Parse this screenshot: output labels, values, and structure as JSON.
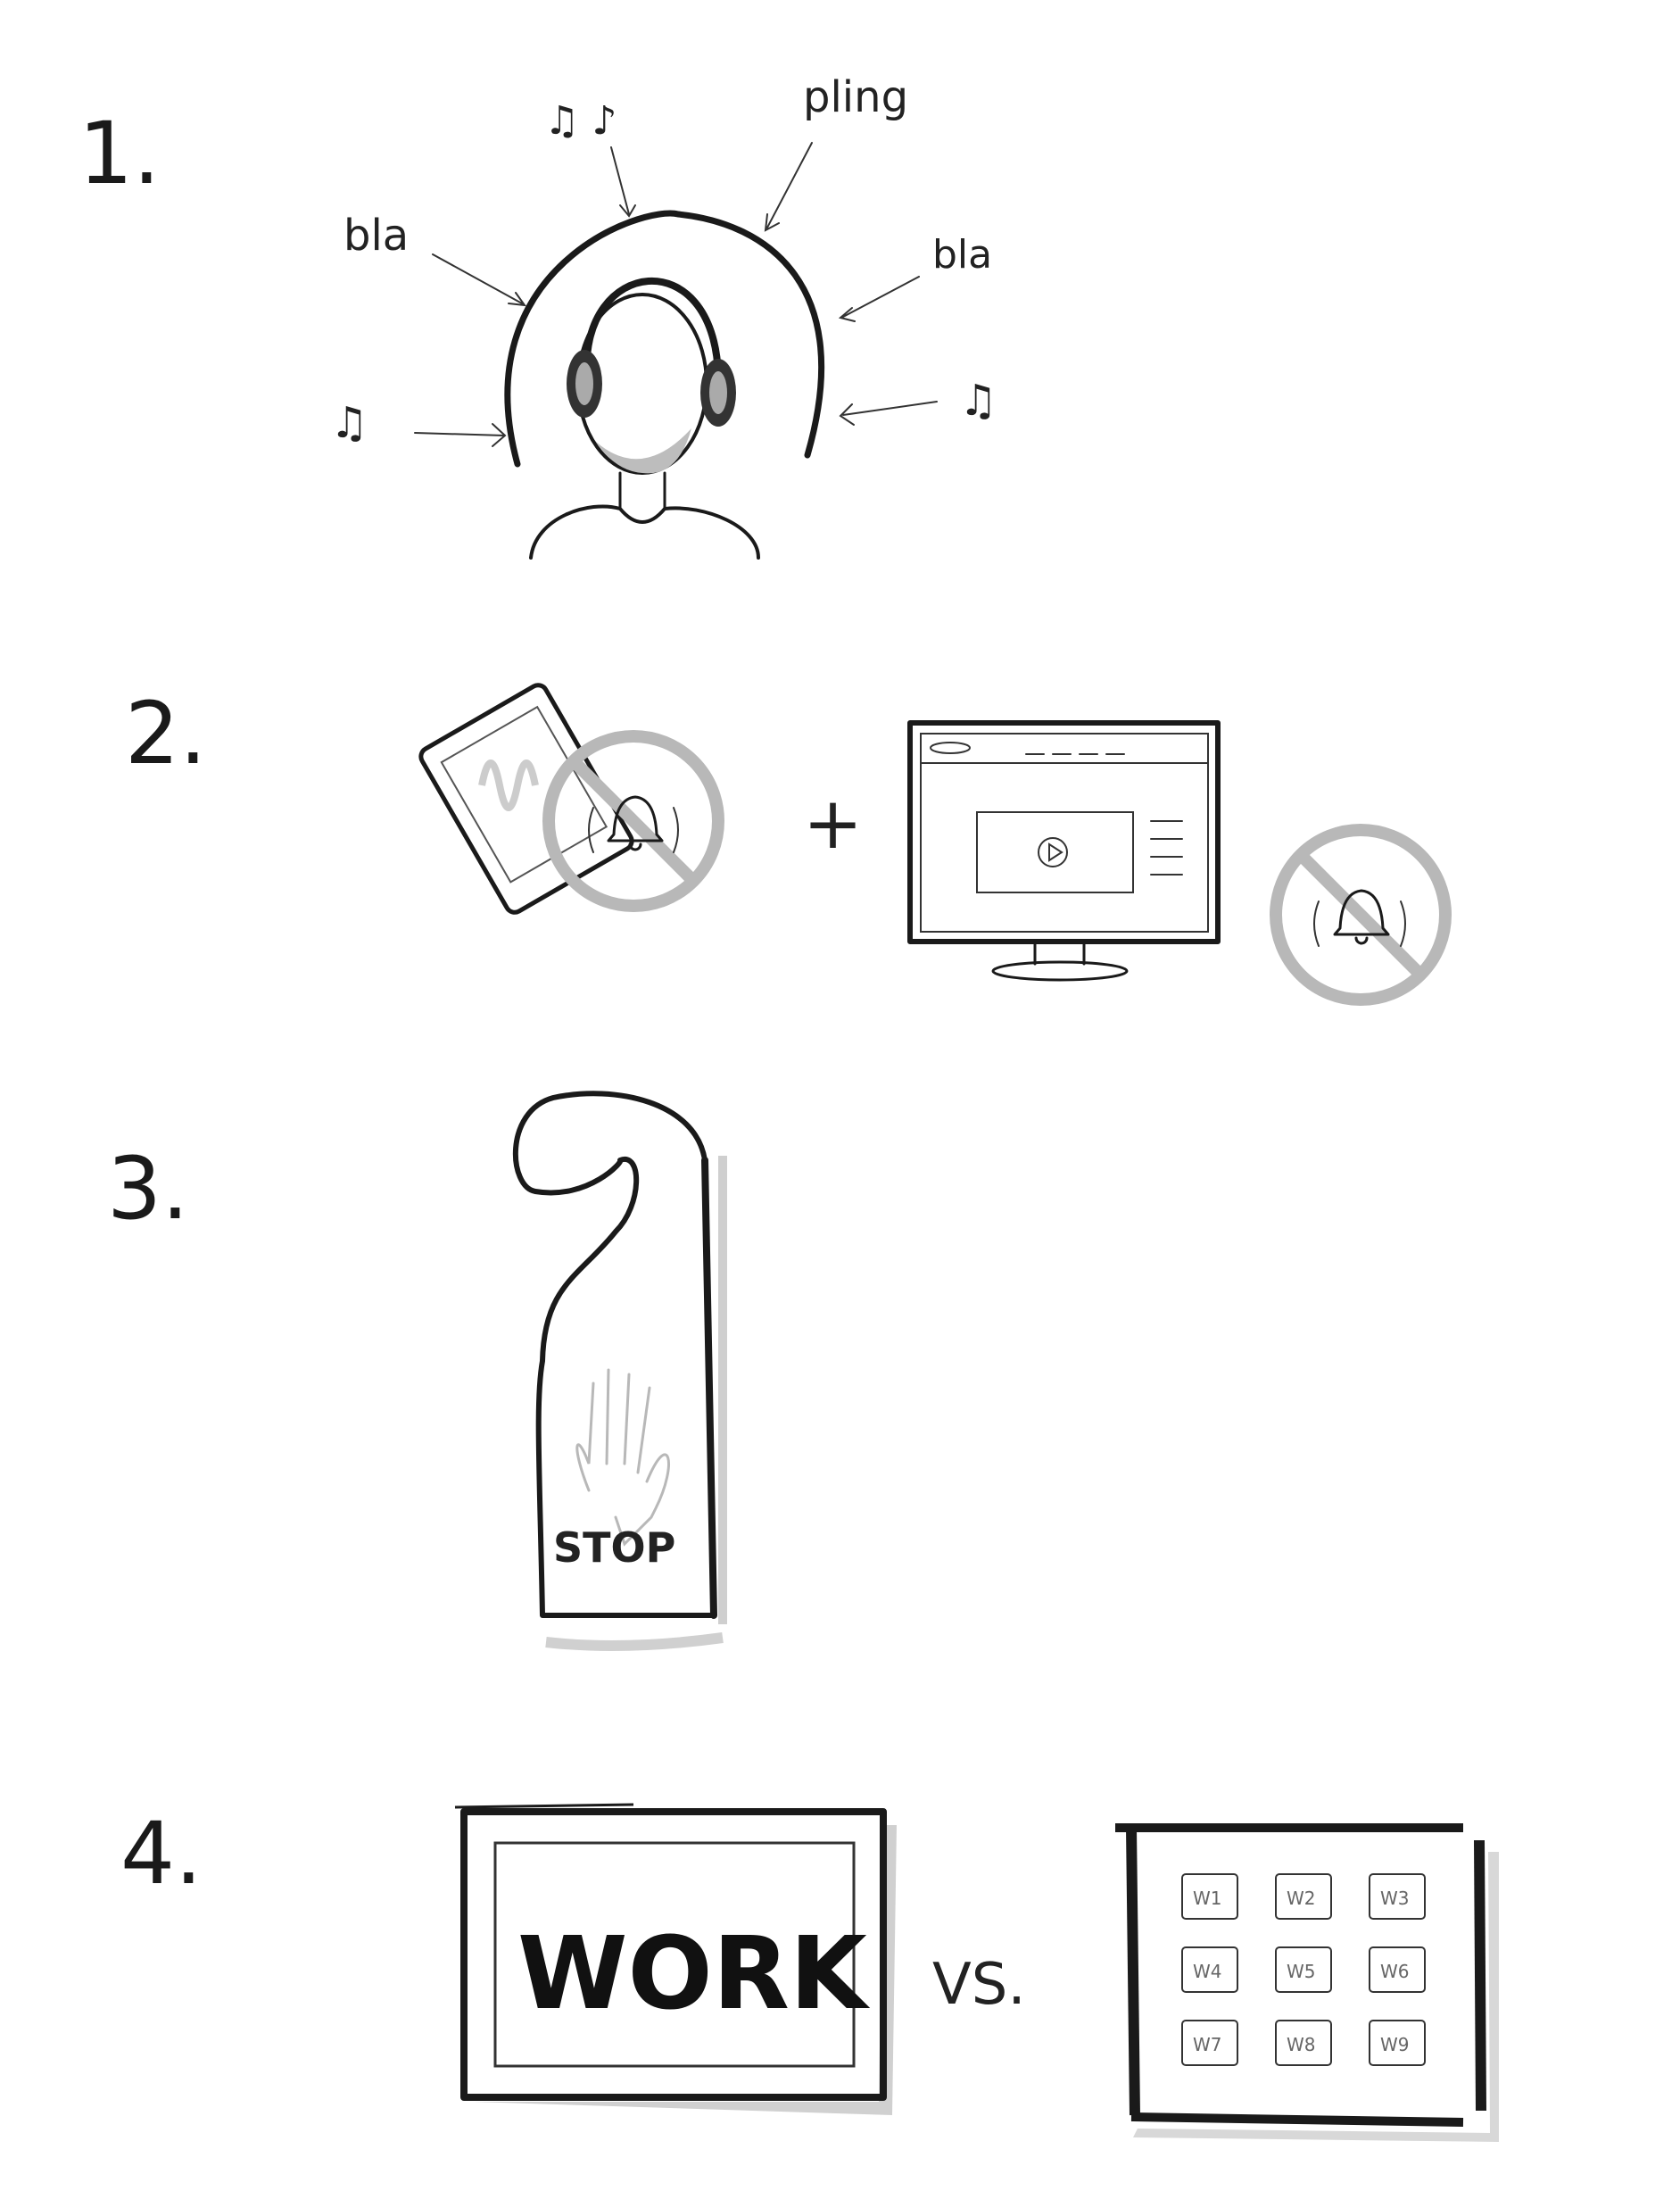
{
  "steps": [
    {
      "number": "1.",
      "sounds": {
        "note_top": "♫ ♪",
        "pling": "pling",
        "bla_left": "bla",
        "bla_right": "bla",
        "note_left": "♫",
        "note_right": "♫"
      }
    },
    {
      "number": "2.",
      "plus": "+"
    },
    {
      "number": "3.",
      "hanger_text": "STOP"
    },
    {
      "number": "4.",
      "sign_text": "WORK",
      "vs": "VS.",
      "windows": [
        "W1",
        "W4",
        "W7",
        "W2",
        "W5",
        "W8",
        "W3",
        "W6",
        "W9"
      ]
    }
  ],
  "icons": [
    "headphones-icon",
    "phone-icon",
    "monitor-icon",
    "bell-muted-icon",
    "door-hanger-icon",
    "hand-icon",
    "play-icon"
  ]
}
